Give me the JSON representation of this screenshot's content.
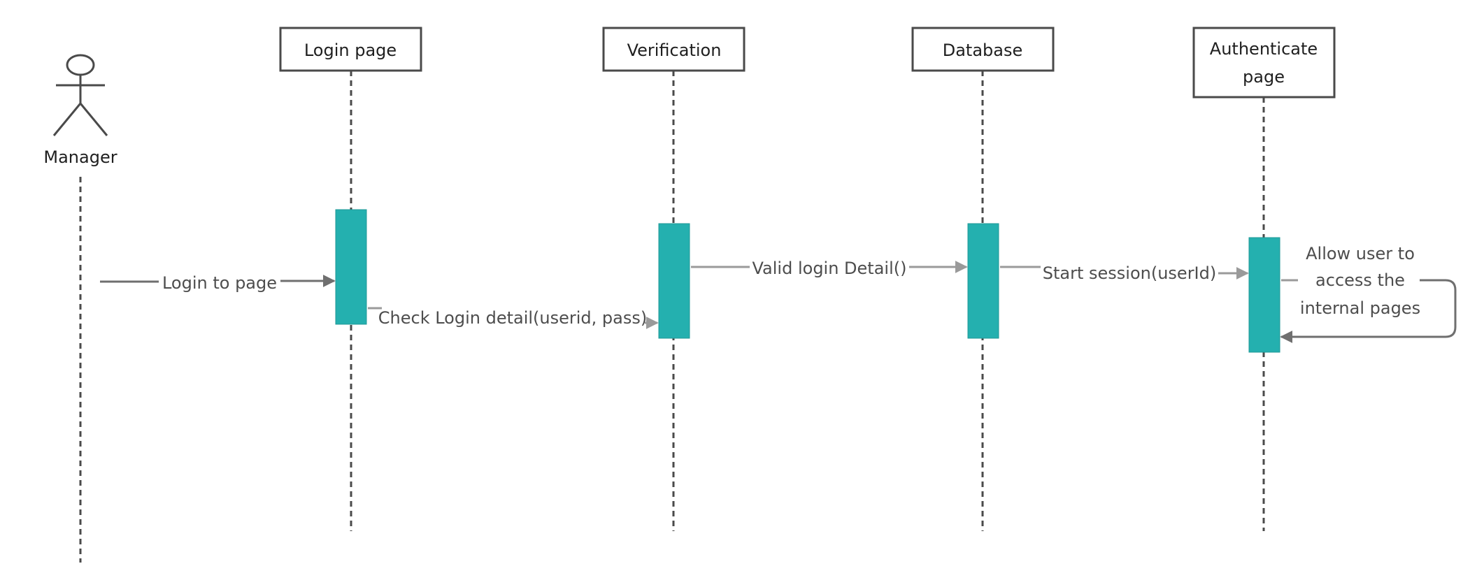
{
  "diagram": {
    "actor": {
      "name": "Manager"
    },
    "lifelines": [
      {
        "id": "login",
        "line1": "Login page"
      },
      {
        "id": "verify",
        "line1": "Verification"
      },
      {
        "id": "db",
        "line1": "Database"
      },
      {
        "id": "auth",
        "line1": "Authenticate",
        "line2": "page"
      }
    ],
    "messages": [
      {
        "label": "Login to page"
      },
      {
        "label": "Check Login detail(userid, pass)"
      },
      {
        "label": "Valid login Detail()"
      },
      {
        "label": "Start session(userId)"
      },
      {
        "line1": "Allow user to",
        "line2": "access the",
        "line3": "internal pages"
      }
    ],
    "colors": {
      "activation": "#24b0af",
      "header_border": "#4a4a4a",
      "lifeline": "#4a4a4a",
      "arrow_dark": "#6f6f6f",
      "arrow_light": "#9a9a9a"
    }
  }
}
